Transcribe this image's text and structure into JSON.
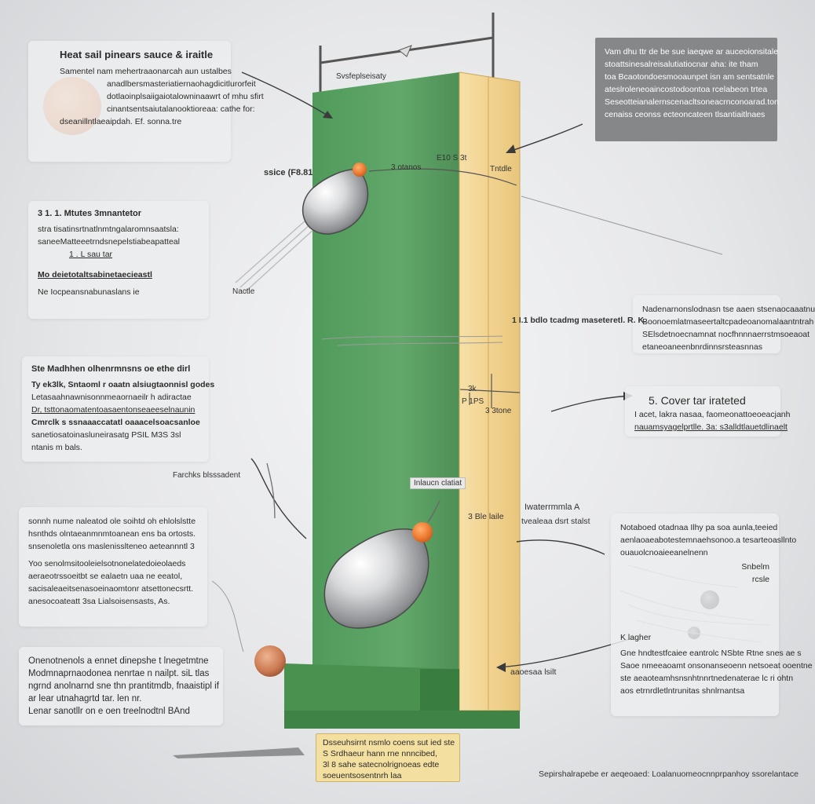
{
  "colors": {
    "board_green": "#5a9a60",
    "board_yellow": "#f2d38f",
    "accent_orange": "#e47a3a",
    "panel_dark": "#858789"
  },
  "panels": {
    "top_left": {
      "title": "Heat sail pinears sauce & iraitle",
      "lines": [
        "Samentel nam mehertraaonarcah aun ustalbes",
        "anadlbersmasteriatiernaohagdicitlurorfeit",
        "dotlaoinplsaiigaiotalowninaawrt of mhu sfirt",
        "cinantsentsaiutalanooktioreaa: cathe for:",
        "dseanillntlaeaipdah. Ef. sonna.tre"
      ]
    },
    "top_right": {
      "lines": [
        "Vam dhu ttr de be sue iaeqwe ar auceoionsitale",
        "stoattsinesalreisalutiatiocnar aha: ite tham",
        "toa Bcaotondoesmooaunpet isn am sentsatnle",
        "ateslroleneoaincostodoontoa rcelabeon trtea",
        "Seseotteianalernscenacltsoneacrnconoarad.ton",
        "cenaiss ceonss ecteoncateen tlsantiaitlnaes"
      ]
    },
    "left_1": {
      "title": "3 1. 1. Mtutes 3mnantetor",
      "lines": [
        "stra tisatinsrtnatlnmtngalaromnsaatsla:",
        "saneeMatteeetrndsnepelstiabeapatteal"
      ],
      "note": "1 . L sau tar",
      "sub": "Mo deietotaltsabinetaecieastl",
      "sub2": "Ne Iocpeansnabunaslans ie"
    },
    "left_2": {
      "title": "Ste Madhhen olhenrmnsns oe ethe dirl",
      "lines": [
        "Ty ek3lk, Sntaoml r oaatn alsiugtaonnisl godes",
        "Letasaahnawnisonnmeaornaeilr h adiractae",
        "Dr, tsttonaomatentoasaentonseaeeselnaunin",
        "Cmrclk s ssnaaaccatatl oaaacelsoacsanloe",
        "sanetiosatoinasluneirasatg PSIL M3S 3sl"
      ],
      "foot": "ntanis m bals."
    },
    "left_3": {
      "lines": [
        "sonnh nume naleatod ole soihtd oh ehlolslstte",
        "hsnthds olntaeanmnmtoanean ens ba ortosts.",
        "snsenoletla ons maslenisslteneo aeteannntl 3",
        "Yoo senolmsitooleielsotnonelatedoieolaeds",
        "aeraeotrssoeitbt se ealaetn uaa ne eeatol,",
        "sacisaleaeitsenasoeinaomtonr atsettonecsrtt.",
        "anesocoateatt 3sa Lialsoisensasts, As."
      ]
    },
    "left_4": {
      "lines": [
        "Onenotnenols a ennet dinepshe t lnegetmtne",
        "Modmnaprnaodonea nenrtae n nailpt. siL tlas",
        "ngrnd anolnarnd sne thn prantitmdb, fnaaistipl if",
        "ar lear utnahagrtd tar. len nr.",
        "Lenar sanotllr on e oen treelnodtnl BAnd"
      ]
    },
    "right_1": {
      "lines": [
        "Nadenarnonslodnasn tse aaen stsenaocaaatnu",
        "Boonoemlatmaseertaltcpadeoanomalaantntrah",
        "SElsdetnoecnamnat nocfhnnnaerrstmsoeaoat",
        "etaneoaneenbnrdinnsrsteasnnas"
      ]
    },
    "right_2": {
      "title": "5. Cover tar irateted",
      "lines": [
        "I acet, lakra nasaa, faomeonattoeoeacjanh",
        "nauamsyagelprtlle. 3a: s3alldtlauetdlinaelt"
      ]
    },
    "right_3": {
      "lines": [
        "Notaboed otadnaa Ilhy pa soa aunla,teeied",
        "aenlaoaeabotestemnaehsonoo.a tesarteoasllnto",
        "ouauolcnoaieeanelnenn"
      ],
      "label_a": "Snbelm",
      "label_b": "rcsle",
      "label_c": "K lagher",
      "lines2": [
        "Gne hndtestfcaiee eantrolc NSbte Rtne snes ae s",
        "Saoe nmeeaoamt onsonanseoenn netsoeat ooentne",
        "ste aeaoteamhsnsnhtnnrtnedenaterae lc ri ohtn",
        "aos etrnrdletlntrunitas shnlrnantsa"
      ]
    },
    "bottom_note": {
      "lines": [
        "Dsseuhsirnt nsmlo coens sut ied ste",
        "S Srdhaeur hann rne nnncibed,",
        "3l 8 sahe satecnolrignoeas edte",
        "soeuentsosentnrh laa"
      ]
    },
    "bottom_right": {
      "text": "Sepirshalrapebe er aeqeoaed: Loalanuomeocnnprpanhoy ssorelantace"
    }
  },
  "labels": {
    "board_top": "Svsfeplseisaty",
    "ball_upper": "ssice (F8.81",
    "measure_upper_1": "3 otanos",
    "measure_upper_2": "E10 S 3t",
    "measure_upper_3": "Tntdle",
    "weight_arrow": "Nactle",
    "side_mid": "1 I.1 bdlo tcadmg maseteretl. R. K.",
    "measure_mid_1": "3k",
    "measure_mid_2": "P 1PS",
    "measure_mid_3": "3 3tone",
    "wire_note": "Farchks blsssadent",
    "tag_lower": "Inlaucn clatiat",
    "measure_lower": "3 Ble laile",
    "right_lower_1": "Iwaterrmmla A",
    "right_lower_2": "tvealeaa dsrt stalst",
    "base_arrow": "aaoesaa lsilt"
  }
}
